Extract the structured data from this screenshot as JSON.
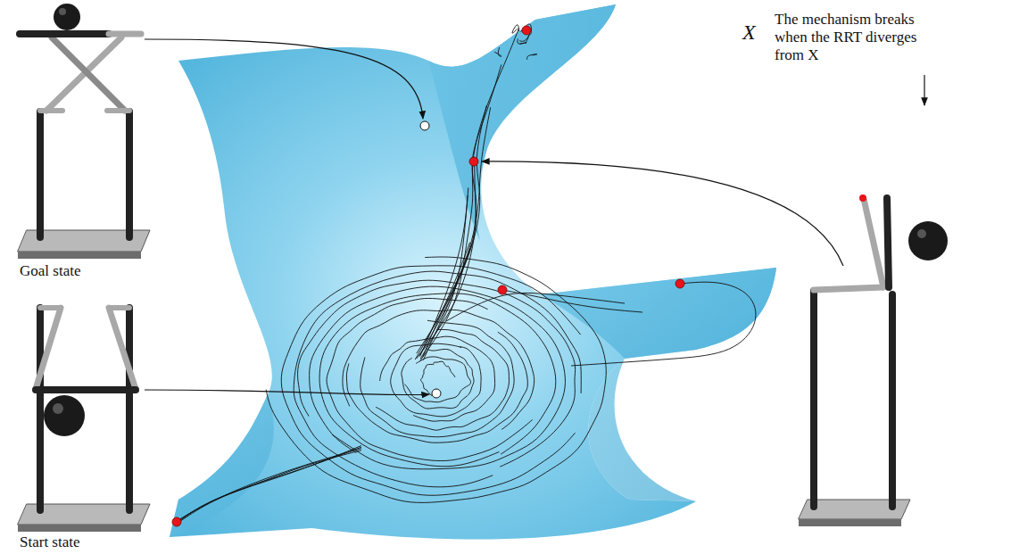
{
  "diagram": {
    "labels": [
      "X",
      "The mechanism breaks when the RRT diverges from X",
      "Goal state",
      "Start state"
    ]
  }
}
